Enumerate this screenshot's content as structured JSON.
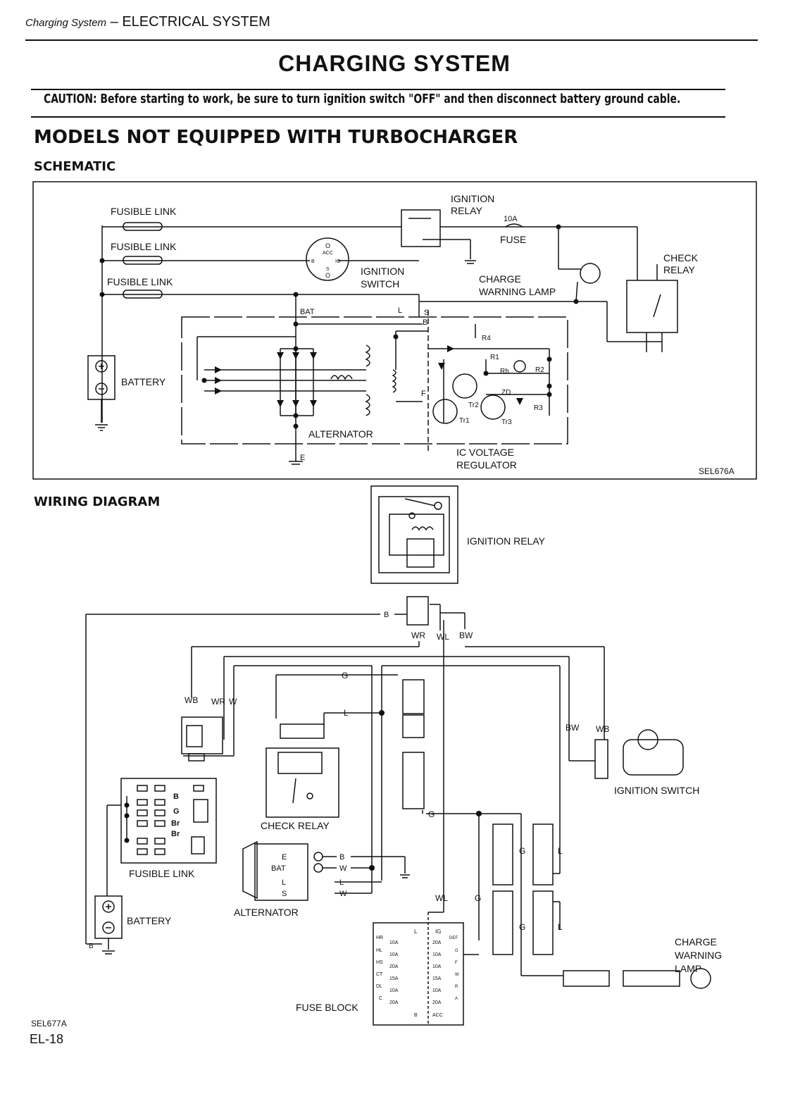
{
  "header": {
    "section_italic": "Charging System",
    "section_dash": " – ",
    "section_main": "ELECTRICAL SYSTEM"
  },
  "title": "CHARGING SYSTEM",
  "caution": {
    "label": "CAUTION:",
    "text": "Before starting to work, be sure to turn ignition switch \"OFF\" and then disconnect battery ground cable."
  },
  "section_heading": "MODELS NOT EQUIPPED WITH TURBOCHARGER",
  "schematic": {
    "heading": "SCHEMATIC",
    "code": "SEL676A",
    "labels": {
      "fusible_link_1": "FUSIBLE LINK",
      "fusible_link_2": "FUSIBLE LINK",
      "fusible_link_3": "FUSIBLE LINK",
      "battery": "BATTERY",
      "ignition_relay_1": "IGNITION",
      "ignition_relay_2": "RELAY",
      "fuse_rating": "10A",
      "fuse": "FUSE",
      "ignition_switch_1": "IGNITION",
      "ignition_switch_2": "SWITCH",
      "charge_lamp_1": "CHARGE",
      "charge_lamp_2": "WARNING LAMP",
      "check_relay_1": "CHECK",
      "check_relay_2": "RELAY",
      "alternator": "ALTERNATOR",
      "regulator_1": "IC VOLTAGE",
      "regulator_2": "REGULATOR",
      "bat": "BAT",
      "e": "E",
      "l": "L",
      "s": "S",
      "b": "B",
      "f": "F",
      "sw_o1": "O",
      "sw_acc": "ACC",
      "sw_b": "B",
      "sw_ig": "IG",
      "sw_s": "S",
      "sw_o2": "O",
      "r4": "R4",
      "r1": "R1",
      "rh": "Rh",
      "r2": "R2",
      "zd": "ZD",
      "r3": "R3",
      "tr1": "Tr1",
      "tr2": "Tr2",
      "tr3": "Tr3"
    }
  },
  "wiring": {
    "heading": "WIRING DIAGRAM",
    "code": "SEL677A",
    "labels": {
      "ignition_relay": "IGNITION RELAY",
      "ignition_switch": "IGNITION SWITCH",
      "check_relay": "CHECK RELAY",
      "fusible_link": "FUSIBLE LINK",
      "battery": "BATTERY",
      "alternator": "ALTERNATOR",
      "fuse_block": "FUSE BLOCK",
      "charge_lamp_1": "CHARGE",
      "charge_lamp_2": "WARNING",
      "charge_lamp_3": "LAMP",
      "wire_b": "B",
      "wire_wr": "WR",
      "wire_wl": "WL",
      "wire_bw": "BW",
      "wire_wb": "WB",
      "wire_wr2": "WR",
      "wire_w": "W",
      "wire_g": "G",
      "wire_l": "L",
      "wire_bw2": "BW",
      "wire_wb2": "WB",
      "wire_g2": "G",
      "wire_g3": "G",
      "wire_l2": "L",
      "wire_wl2": "WL",
      "wire_g4": "G",
      "wire_g5": "G",
      "wire_l3": "L",
      "fl_b": "B",
      "fl_g": "G",
      "fl_br1": "Br",
      "fl_br2": "Br",
      "bat_b": "B",
      "alt_e": "E",
      "alt_bat": "BAT",
      "alt_l": "L",
      "alt_s": "S",
      "alt_b": "B",
      "alt_w": "W",
      "alt_l2": "L",
      "alt_w2": "W",
      "fb_l": "L",
      "fb_ig": "IG",
      "fb_hr": "HR",
      "fb_10a_1": "10A",
      "fb_20a_1": "20A",
      "fb_def": "DEF",
      "fb_hl": "HL",
      "fb_10a_2": "10A",
      "fb_10a_3": "10A",
      "fb_g": "G",
      "fb_hs": "HS",
      "fb_20a_2": "20A",
      "fb_10a_4": "10A",
      "fb_f": "F",
      "fb_ct": "CT",
      "fb_15a_1": "15A",
      "fb_15a_2": "15A",
      "fb_w": "W",
      "fb_dl": "DL",
      "fb_10a_5": "10A",
      "fb_10a_6": "10A",
      "fb_r": "R",
      "fb_c": "C",
      "fb_20a_3": "20A",
      "fb_20a_4": "20A",
      "fb_a": "A",
      "fb_b": "B",
      "fb_acc": "ACC"
    }
  },
  "page_number": "EL-18"
}
